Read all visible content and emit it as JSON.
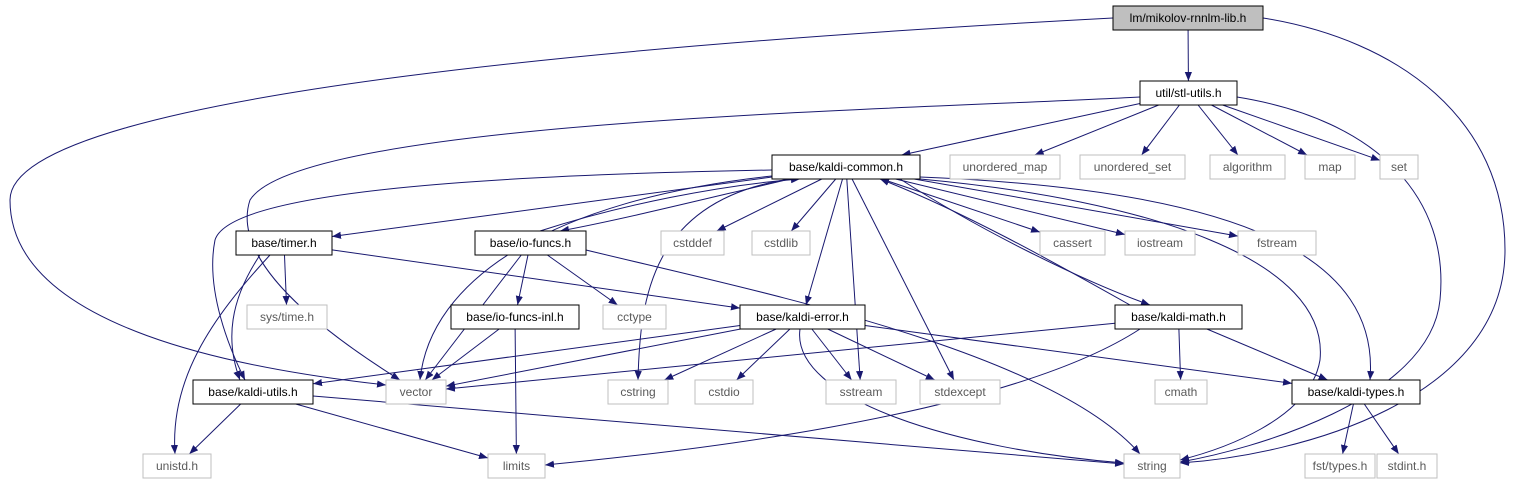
{
  "nodes": [
    {
      "id": "n0",
      "label": "lm/mikolov-rnnlm-lib.h",
      "kind": "root"
    },
    {
      "id": "n1",
      "label": "util/stl-utils.h",
      "kind": "local"
    },
    {
      "id": "n2",
      "label": "base/kaldi-common.h",
      "kind": "local"
    },
    {
      "id": "n3",
      "label": "unordered_map",
      "kind": "system"
    },
    {
      "id": "n4",
      "label": "unordered_set",
      "kind": "system"
    },
    {
      "id": "n5",
      "label": "algorithm",
      "kind": "system"
    },
    {
      "id": "n6",
      "label": "map",
      "kind": "system"
    },
    {
      "id": "n7",
      "label": "set",
      "kind": "system"
    },
    {
      "id": "n8",
      "label": "base/timer.h",
      "kind": "local"
    },
    {
      "id": "n9",
      "label": "base/io-funcs.h",
      "kind": "local"
    },
    {
      "id": "n10",
      "label": "cstddef",
      "kind": "system"
    },
    {
      "id": "n11",
      "label": "cstdlib",
      "kind": "system"
    },
    {
      "id": "n12",
      "label": "cassert",
      "kind": "system"
    },
    {
      "id": "n13",
      "label": "iostream",
      "kind": "system"
    },
    {
      "id": "n14",
      "label": "fstream",
      "kind": "system"
    },
    {
      "id": "n15",
      "label": "sys/time.h",
      "kind": "system"
    },
    {
      "id": "n16",
      "label": "base/io-funcs-inl.h",
      "kind": "local"
    },
    {
      "id": "n17",
      "label": "cctype",
      "kind": "system"
    },
    {
      "id": "n18",
      "label": "base/kaldi-error.h",
      "kind": "local"
    },
    {
      "id": "n19",
      "label": "base/kaldi-math.h",
      "kind": "local"
    },
    {
      "id": "n20",
      "label": "base/kaldi-utils.h",
      "kind": "local"
    },
    {
      "id": "n21",
      "label": "vector",
      "kind": "system"
    },
    {
      "id": "n22",
      "label": "cstring",
      "kind": "system"
    },
    {
      "id": "n23",
      "label": "cstdio",
      "kind": "system"
    },
    {
      "id": "n24",
      "label": "sstream",
      "kind": "system"
    },
    {
      "id": "n25",
      "label": "stdexcept",
      "kind": "system"
    },
    {
      "id": "n26",
      "label": "cmath",
      "kind": "system"
    },
    {
      "id": "n27",
      "label": "base/kaldi-types.h",
      "kind": "local"
    },
    {
      "id": "n28",
      "label": "unistd.h",
      "kind": "system"
    },
    {
      "id": "n29",
      "label": "limits",
      "kind": "system"
    },
    {
      "id": "n30",
      "label": "string",
      "kind": "system"
    },
    {
      "id": "n31",
      "label": "fst/types.h",
      "kind": "system"
    },
    {
      "id": "n32",
      "label": "stdint.h",
      "kind": "system"
    }
  ],
  "edges": [
    {
      "from": "n0",
      "to": "n1"
    },
    {
      "from": "n0",
      "to": "n21"
    },
    {
      "from": "n0",
      "to": "n30"
    },
    {
      "from": "n1",
      "to": "n2"
    },
    {
      "from": "n1",
      "to": "n3"
    },
    {
      "from": "n1",
      "to": "n4"
    },
    {
      "from": "n1",
      "to": "n5"
    },
    {
      "from": "n1",
      "to": "n6"
    },
    {
      "from": "n1",
      "to": "n7"
    },
    {
      "from": "n1",
      "to": "n21"
    },
    {
      "from": "n1",
      "to": "n30"
    },
    {
      "from": "n2",
      "to": "n8"
    },
    {
      "from": "n2",
      "to": "n9"
    },
    {
      "from": "n2",
      "to": "n10"
    },
    {
      "from": "n2",
      "to": "n11"
    },
    {
      "from": "n2",
      "to": "n12"
    },
    {
      "from": "n2",
      "to": "n13"
    },
    {
      "from": "n2",
      "to": "n14"
    },
    {
      "from": "n2",
      "to": "n18"
    },
    {
      "from": "n2",
      "to": "n19"
    },
    {
      "from": "n2",
      "to": "n20"
    },
    {
      "from": "n2",
      "to": "n21"
    },
    {
      "from": "n2",
      "to": "n22"
    },
    {
      "from": "n2",
      "to": "n24"
    },
    {
      "from": "n2",
      "to": "n25"
    },
    {
      "from": "n2",
      "to": "n27"
    },
    {
      "from": "n2",
      "to": "n30"
    },
    {
      "from": "n8",
      "to": "n15"
    },
    {
      "from": "n8",
      "to": "n18"
    },
    {
      "from": "n8",
      "to": "n20"
    },
    {
      "from": "n8",
      "to": "n28"
    },
    {
      "from": "n9",
      "to": "n2"
    },
    {
      "from": "n9",
      "to": "n16"
    },
    {
      "from": "n9",
      "to": "n17"
    },
    {
      "from": "n9",
      "to": "n21"
    },
    {
      "from": "n9",
      "to": "n30"
    },
    {
      "from": "n16",
      "to": "n21"
    },
    {
      "from": "n16",
      "to": "n29"
    },
    {
      "from": "n18",
      "to": "n20"
    },
    {
      "from": "n18",
      "to": "n21"
    },
    {
      "from": "n18",
      "to": "n22"
    },
    {
      "from": "n18",
      "to": "n23"
    },
    {
      "from": "n18",
      "to": "n24"
    },
    {
      "from": "n18",
      "to": "n25"
    },
    {
      "from": "n18",
      "to": "n27"
    },
    {
      "from": "n18",
      "to": "n30"
    },
    {
      "from": "n19",
      "to": "n2"
    },
    {
      "from": "n19",
      "to": "n21"
    },
    {
      "from": "n19",
      "to": "n26"
    },
    {
      "from": "n19",
      "to": "n27"
    },
    {
      "from": "n19",
      "to": "n29"
    },
    {
      "from": "n20",
      "to": "n28"
    },
    {
      "from": "n20",
      "to": "n29"
    },
    {
      "from": "n20",
      "to": "n30"
    },
    {
      "from": "n27",
      "to": "n31"
    },
    {
      "from": "n27",
      "to": "n32"
    }
  ],
  "colors": {
    "edge": "#191970",
    "local_border": "#000000",
    "system_border": "#bfbfbf",
    "root_fill": "#bfbfbf",
    "node_fill": "#ffffff",
    "system_text": "#5a5a5a",
    "local_text": "#000000"
  }
}
